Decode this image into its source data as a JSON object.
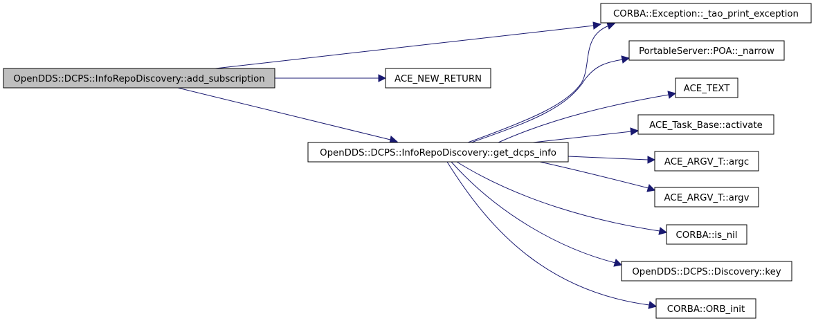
{
  "diagram": {
    "nodes": {
      "add_subscription": "OpenDDS::DCPS::InfoRepoDiscovery::add_subscription",
      "ace_new_return": "ACE_NEW_RETURN",
      "get_dcps_info": "OpenDDS::DCPS::InfoRepoDiscovery::get_dcps_info",
      "tao_print_exception": "CORBA::Exception::_tao_print_exception",
      "poa_narrow": "PortableServer::POA::_narrow",
      "ace_text": "ACE_TEXT",
      "ace_task_base_activate": "ACE_Task_Base::activate",
      "ace_argv_argc": "ACE_ARGV_T::argc",
      "ace_argv_argv": "ACE_ARGV_T::argv",
      "corba_is_nil": "CORBA::is_nil",
      "discovery_key": "OpenDDS::DCPS::Discovery::key",
      "corba_orb_init": "CORBA::ORB_init"
    },
    "edges": [
      [
        "add_subscription",
        "tao_print_exception"
      ],
      [
        "add_subscription",
        "ace_new_return"
      ],
      [
        "add_subscription",
        "get_dcps_info"
      ],
      [
        "get_dcps_info",
        "tao_print_exception"
      ],
      [
        "get_dcps_info",
        "poa_narrow"
      ],
      [
        "get_dcps_info",
        "ace_text"
      ],
      [
        "get_dcps_info",
        "ace_task_base_activate"
      ],
      [
        "get_dcps_info",
        "ace_argv_argc"
      ],
      [
        "get_dcps_info",
        "ace_argv_argv"
      ],
      [
        "get_dcps_info",
        "corba_is_nil"
      ],
      [
        "get_dcps_info",
        "discovery_key"
      ],
      [
        "get_dcps_info",
        "corba_orb_init"
      ]
    ]
  }
}
